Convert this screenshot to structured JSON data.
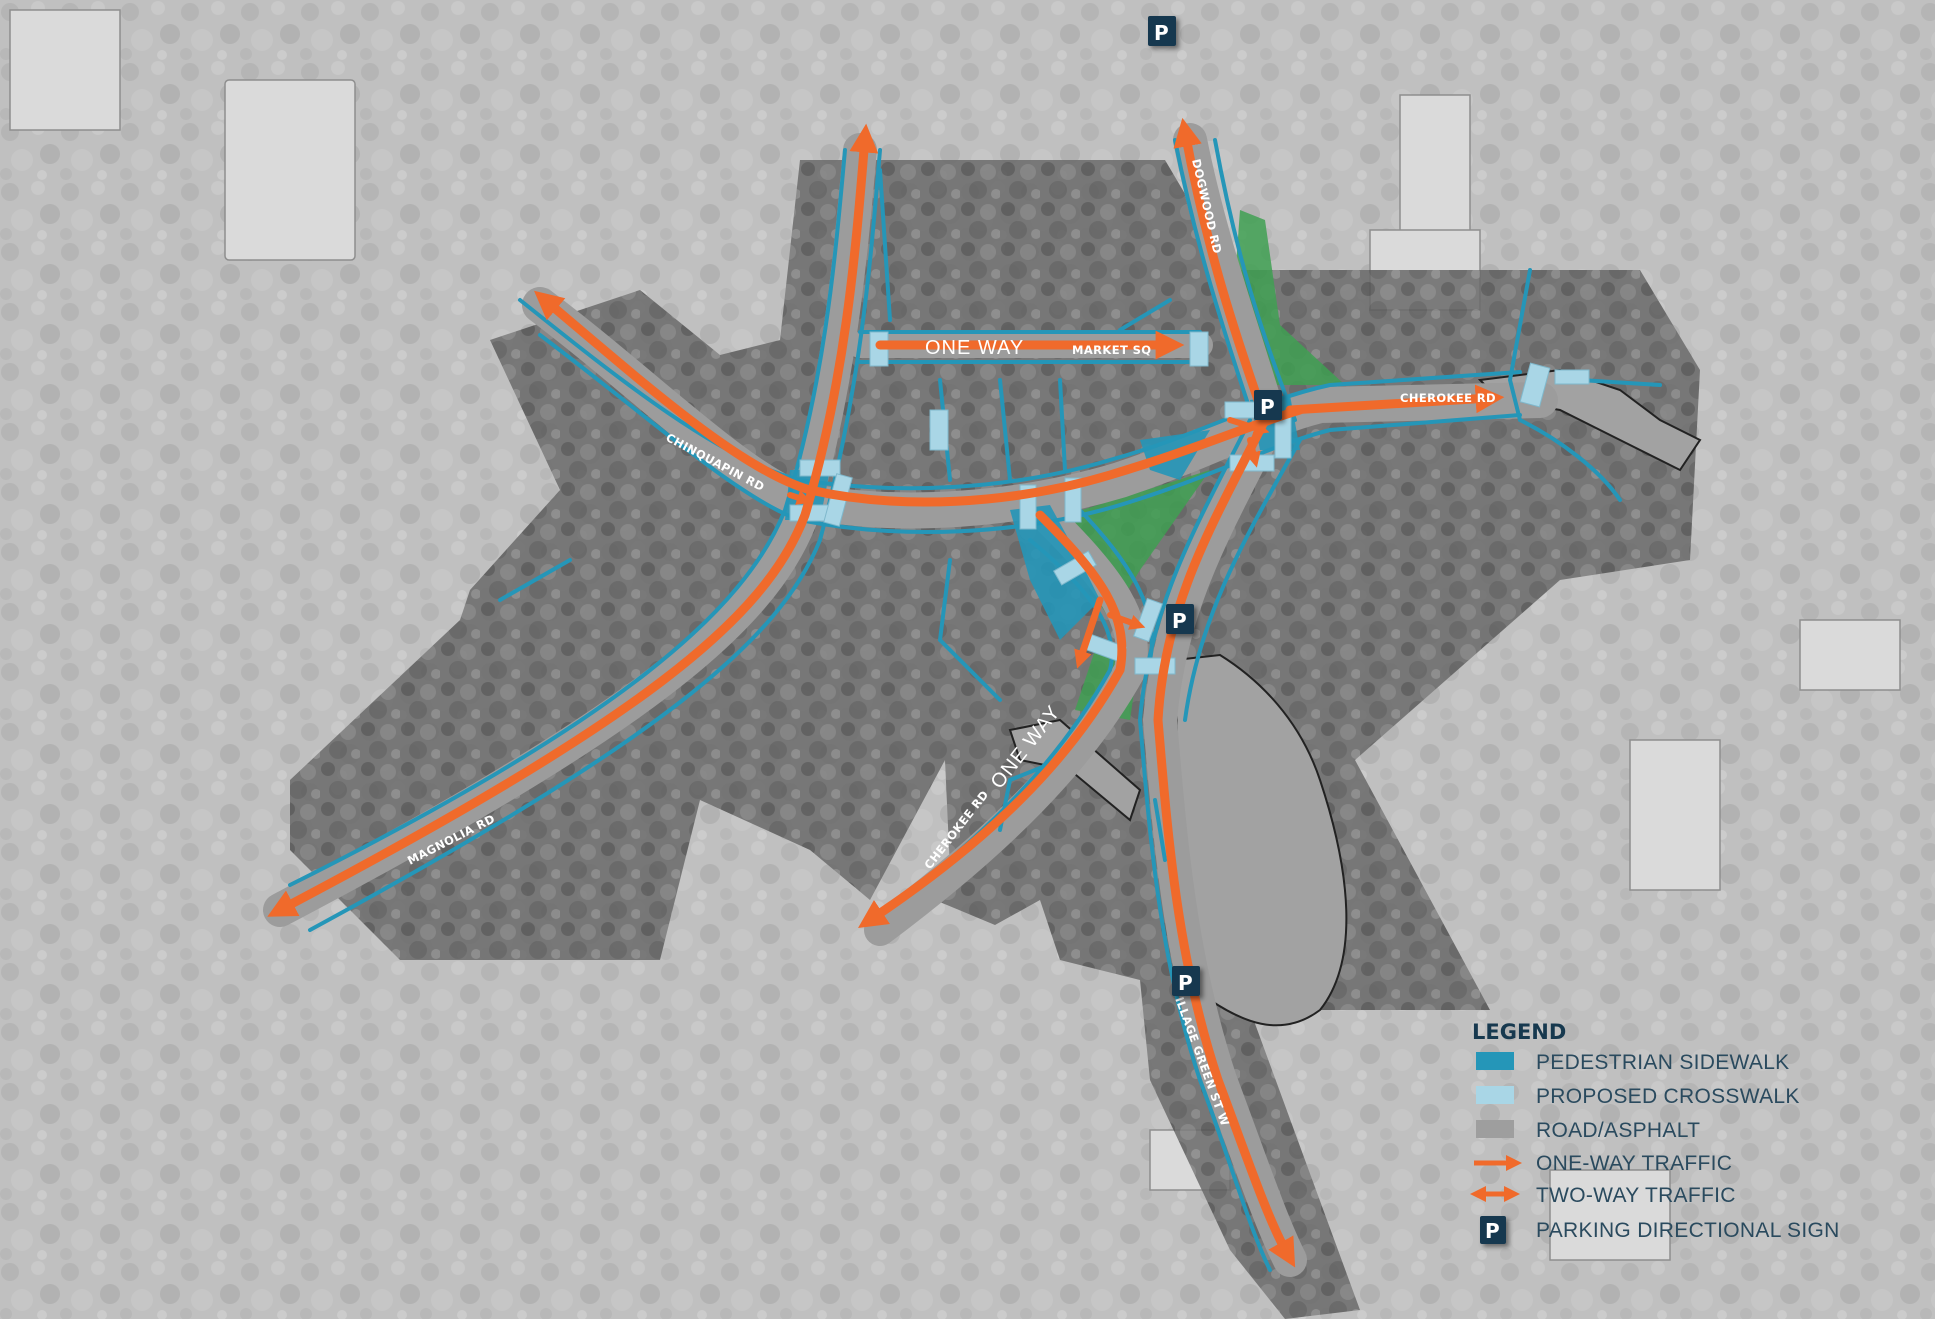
{
  "colors": {
    "sidewalk": "#2596b8",
    "crosswalk": "#a9d6e6",
    "road": "#9e9e9e",
    "traffic": "#f06a2b",
    "parking_sign": "#17394f",
    "green_space": "#3fa052"
  },
  "road_labels": {
    "one_way_1": "ONE WAY",
    "market_sq": "MARKET SQ",
    "dogwood_rd": "DOGWOOD RD",
    "cherokee_rd_east": "CHEROKEE RD",
    "chinquapin_rd": "CHINQUAPIN RD",
    "magnolia_rd": "MAGNOLIA RD",
    "cherokee_rd_south": "CHEROKEE RD",
    "one_way_2": "ONE WAY",
    "village_green_st_w": "VILLAGE GREEN ST W"
  },
  "parking_signs": {
    "symbol": "P"
  },
  "legend": {
    "title": "LEGEND",
    "items": [
      {
        "label": "PEDESTRIAN SIDEWALK",
        "icon": "sidewalk-swatch"
      },
      {
        "label": "PROPOSED CROSSWALK",
        "icon": "crosswalk-swatch"
      },
      {
        "label": "ROAD/ASPHALT",
        "icon": "road-swatch"
      },
      {
        "label": "ONE-WAY TRAFFIC",
        "icon": "one-way-arrow"
      },
      {
        "label": "TWO-WAY TRAFFIC",
        "icon": "two-way-arrow"
      },
      {
        "label": "PARKING DIRECTIONAL SIGN",
        "icon": "parking-sign"
      }
    ]
  }
}
